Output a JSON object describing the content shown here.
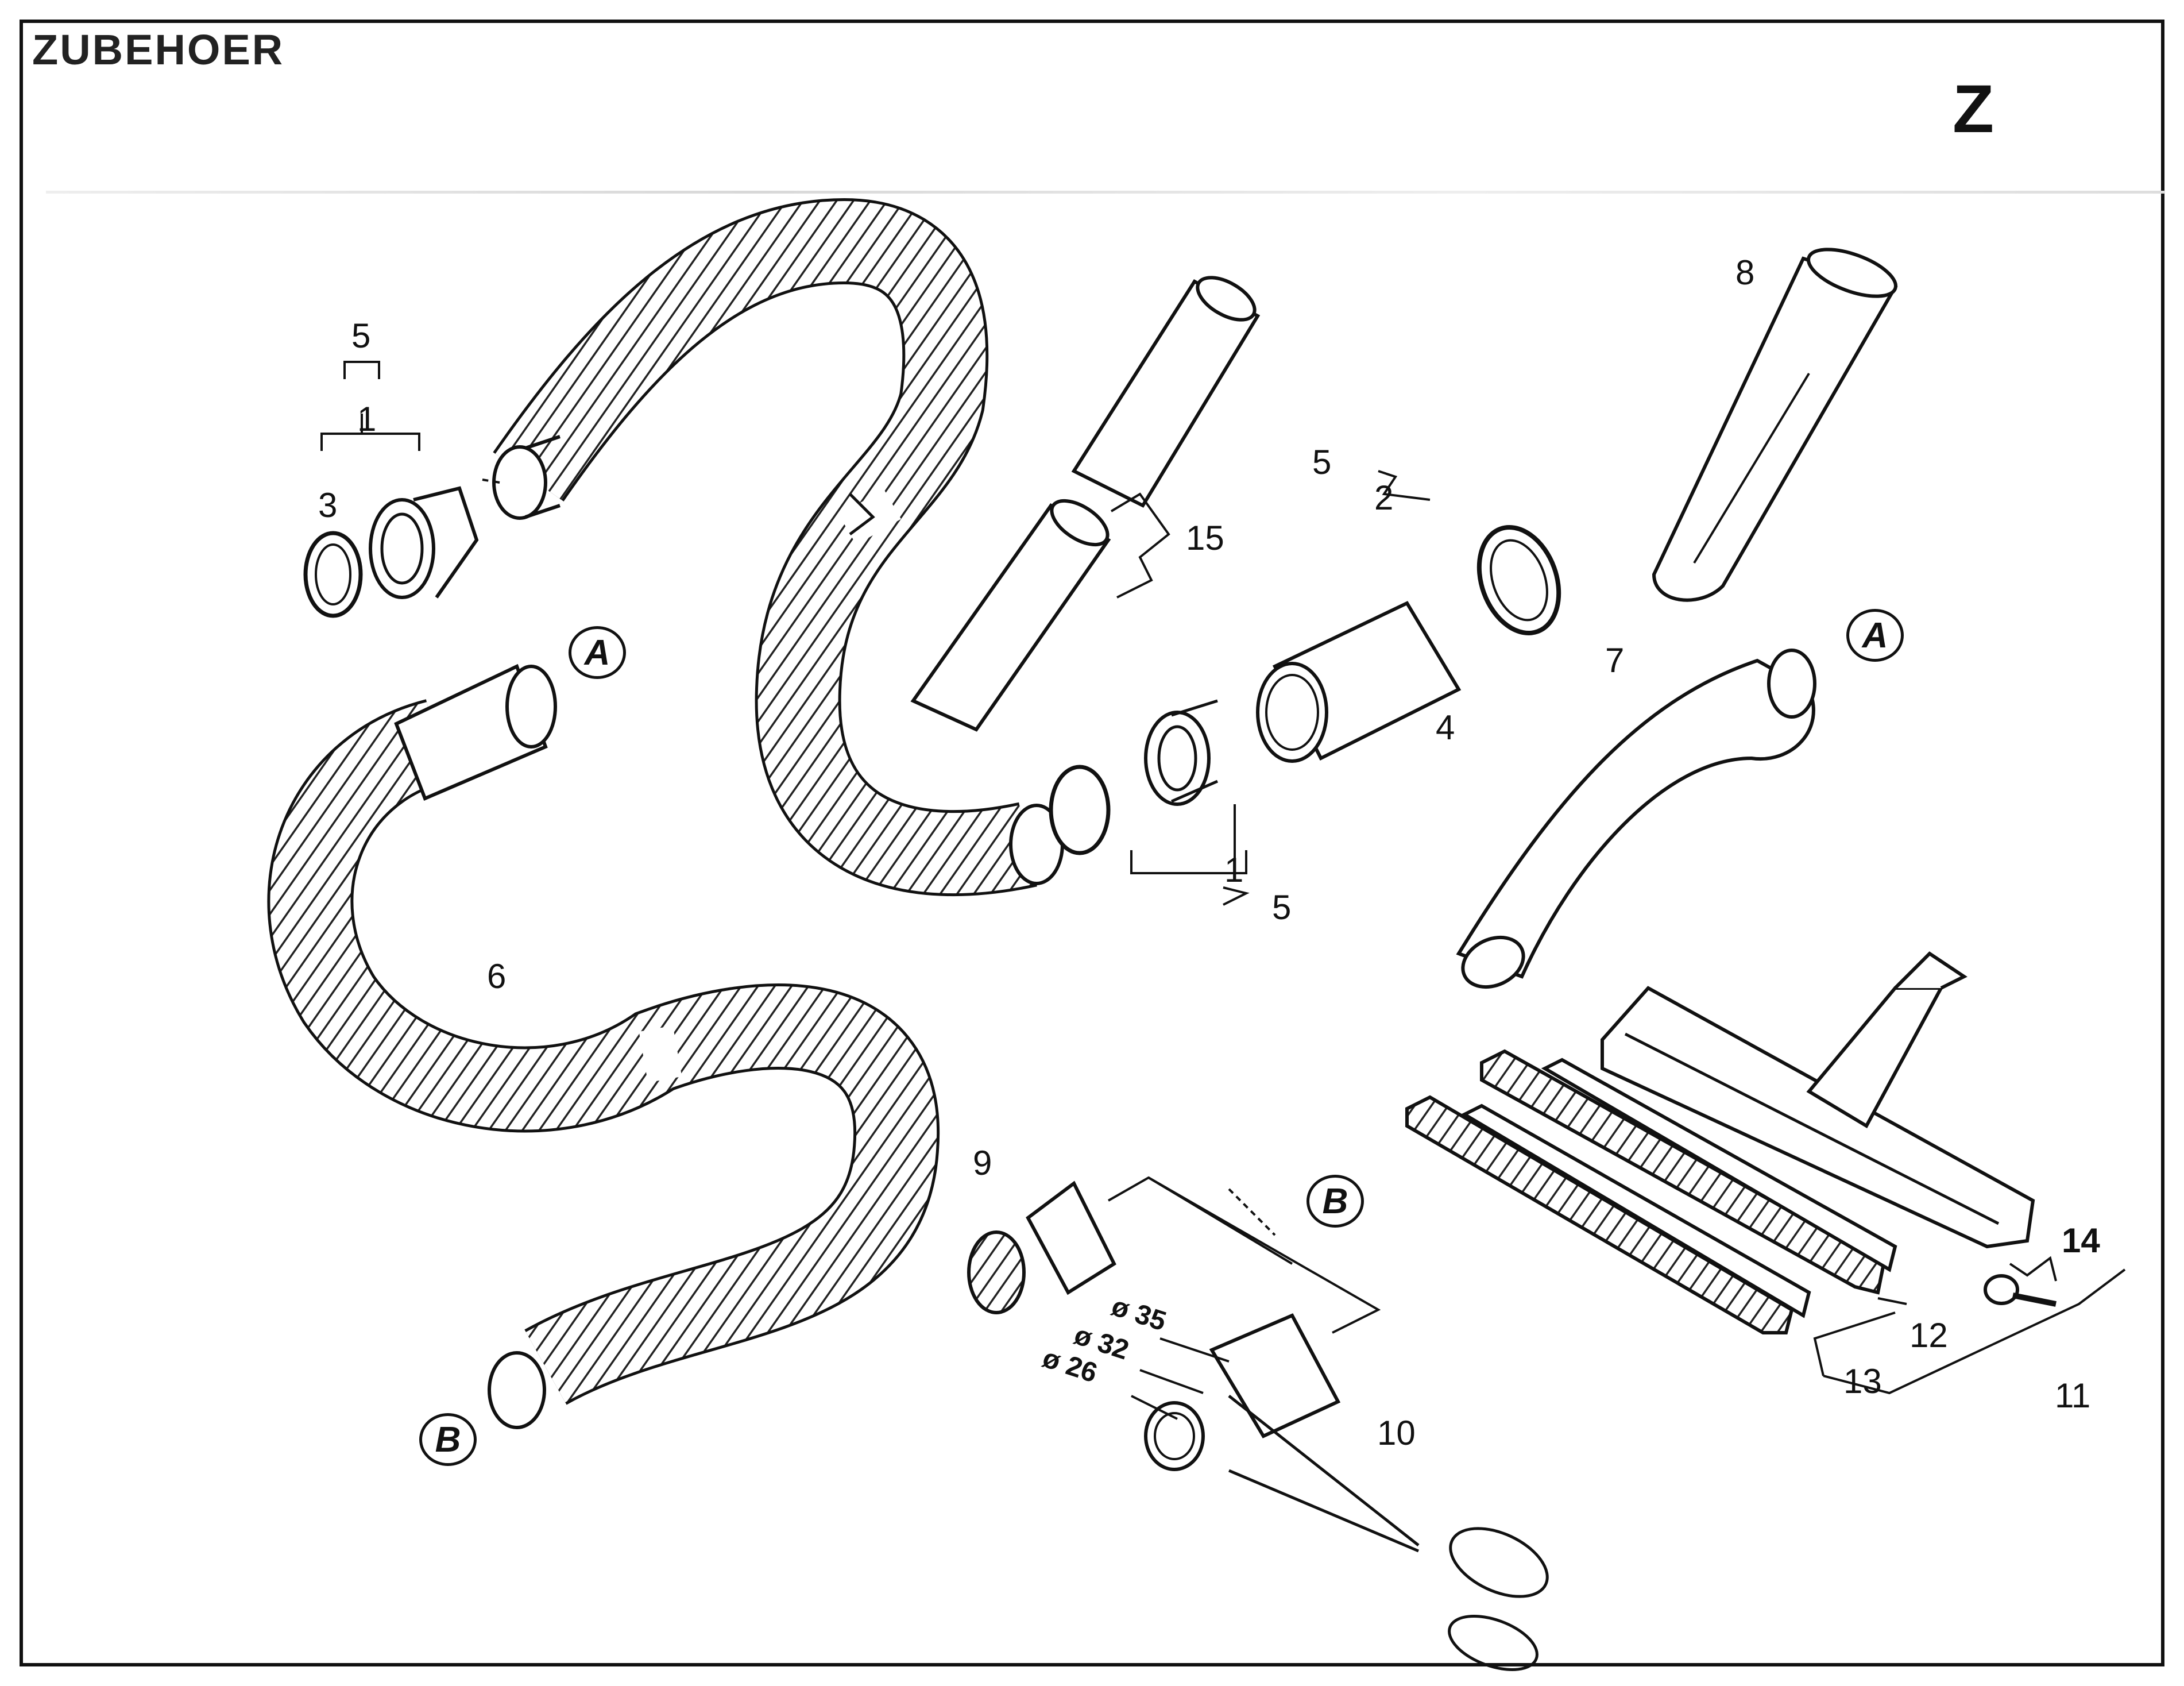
{
  "header": {
    "title": "ZUBEHOER",
    "page_code": "Z"
  },
  "labels": {
    "p1_a": "1",
    "p1_b": "1",
    "p2": "2",
    "p3": "3",
    "p4": "4",
    "p5_a": "5",
    "p5_b": "5",
    "p5_c": "5",
    "p6": "6",
    "p7": "7",
    "p8": "8",
    "p9": "9",
    "p10": "10",
    "p11": "11",
    "p12": "12",
    "p13": "13",
    "p14": "14",
    "p15": "15"
  },
  "markers": {
    "a1": "A",
    "a2": "A",
    "b1": "B",
    "b2": "B"
  },
  "diameters": {
    "d35": "ø 35",
    "d32": "ø 32",
    "d26": "ø 26"
  }
}
